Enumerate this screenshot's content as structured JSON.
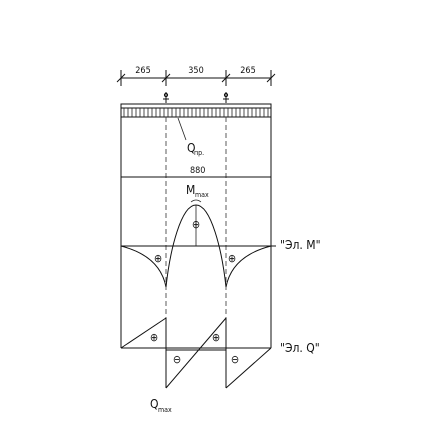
{
  "dimensions": {
    "left": "265",
    "middle": "350",
    "right": "265"
  },
  "loads": {
    "q": "Q",
    "q_sub": "пр.",
    "distance": "880"
  },
  "moment": {
    "label": "M",
    "sub": "max",
    "sign": "⊕"
  },
  "diagram_labels": {
    "moment_plot": "\"Эл. M\"",
    "shear_plot": "\"Эл. Q\""
  },
  "shear": {
    "label": "Q",
    "sub": "max",
    "pos_sign": "⊕",
    "neg_sign": "⊖"
  }
}
